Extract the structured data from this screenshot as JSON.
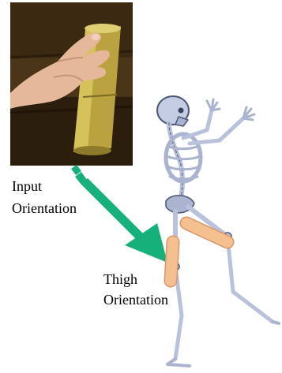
{
  "labels": {
    "input_line1": "Input",
    "input_line2": "Orientation",
    "thigh_line1": "Thigh",
    "thigh_line2": "Orientation"
  },
  "colors": {
    "arrow": "#16b07a",
    "cylinder": "#f4c090",
    "cylinder_edge": "#d9956a",
    "bone": "#b9c2da",
    "bone_shadow": "#4b5675",
    "photo_tube": "#c6b24a"
  },
  "icons": {
    "photo": "hand-holding-tube-photo",
    "skeleton": "skeleton-figure-icon",
    "arrow": "arrow-icon"
  }
}
